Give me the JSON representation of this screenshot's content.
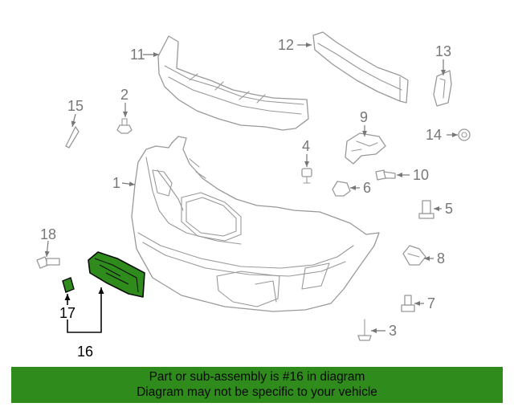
{
  "highlight_color": "#2e8b1c",
  "highlighted_part": "16",
  "callouts": {
    "c1": "1",
    "c2": "2",
    "c3": "3",
    "c4": "4",
    "c5": "5",
    "c6": "6",
    "c7": "7",
    "c8": "8",
    "c9": "9",
    "c10": "10",
    "c11": "11",
    "c12": "12",
    "c13": "13",
    "c14": "14",
    "c15": "15",
    "c16": "16",
    "c17": "17",
    "c18": "18"
  },
  "banner": {
    "line1": "Part or sub-assembly is #16 in diagram",
    "line2": "Diagram may not be specific to your vehicle"
  }
}
